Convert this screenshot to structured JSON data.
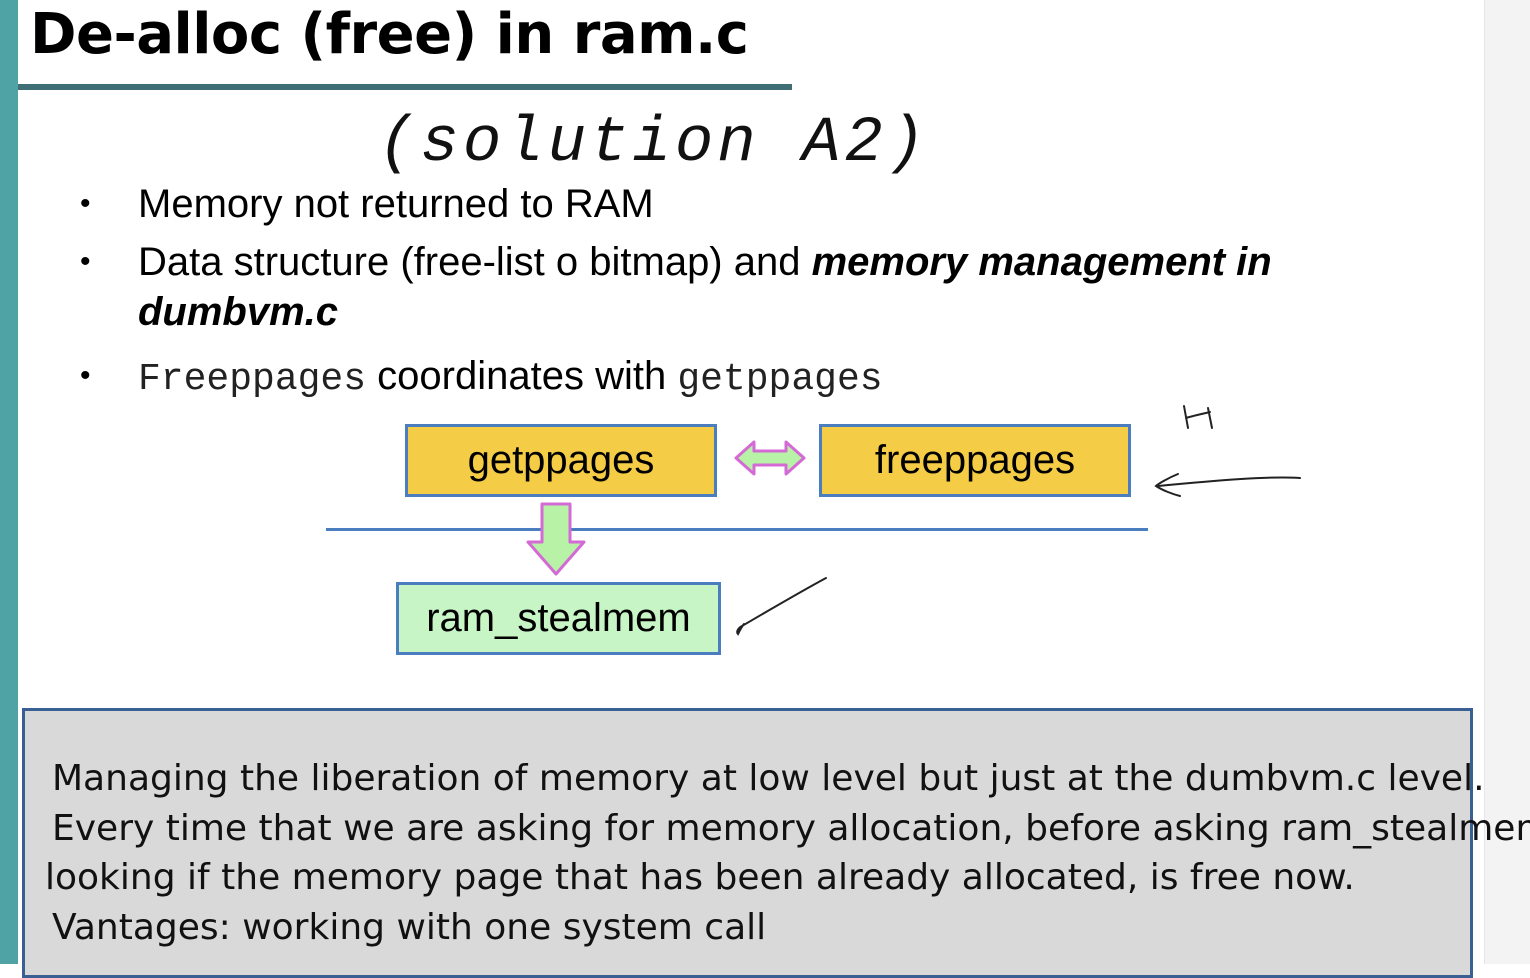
{
  "slide": {
    "title": "De-alloc (free) in ram.c",
    "subtitle": "(solution A2)"
  },
  "bullets": [
    {
      "marker": "•",
      "text": "Memory not returned to RAM"
    },
    {
      "marker": "•",
      "text_plain": "Data structure (free-list o bitmap) and ",
      "text_emphasis_1": "memory management in",
      "text_emphasis_2": "dumbvm.c"
    },
    {
      "marker": "•",
      "code_1": "Freeppages",
      "text": " coordinates with ",
      "code_2": "getppages"
    }
  ],
  "diagram": {
    "box_getppages": "getppages",
    "box_freeppages": "freeppages",
    "box_ram_stealmem": "ram_stealmem"
  },
  "note": {
    "lines": [
      "Managing the liberation of memory at low level but just at the dumbvm.c level.",
      "Every time that we are asking for memory allocation, before asking ram_stealmem,",
      "looking if the memory page that has been already allocated, is free now.",
      "Vantages: working with one system call"
    ]
  },
  "colors": {
    "accent_bar": "#4fa3a5",
    "title_rule": "#3f6f74",
    "box_yellow": "#f5cc45",
    "box_green": "#c7f5c5",
    "box_border": "#4a7ebf",
    "arrow_fill": "#b7f2a6",
    "arrow_stroke": "#d46ad6",
    "note_bg": "#d9d9d9"
  }
}
